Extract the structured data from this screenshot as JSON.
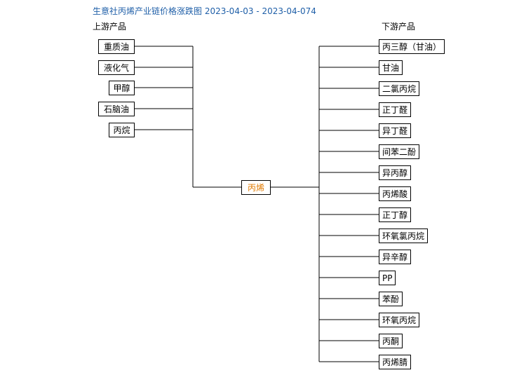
{
  "title": "生意社丙烯产业链价格涨跌图 2023-04-03 - 2023-04-074",
  "upstream_header": "上游产品",
  "downstream_header": "下游产品",
  "center_product": "丙烯",
  "upstream": [
    "重质油",
    "液化气",
    "甲醇",
    "石脑油",
    "丙烷"
  ],
  "downstream": [
    "丙三醇（甘油）",
    "甘油",
    "二氯丙烷",
    "正丁醛",
    "异丁醛",
    "间苯二酚",
    "异丙醇",
    "丙烯酸",
    "正丁醇",
    "环氧氯丙烷",
    "异辛醇",
    "PP",
    "苯酚",
    "环氧丙烷",
    "丙酮",
    "丙烯腈"
  ],
  "colors": {
    "title": "#1f5fa8",
    "center_text": "#e07a00",
    "lines": "#000000"
  }
}
